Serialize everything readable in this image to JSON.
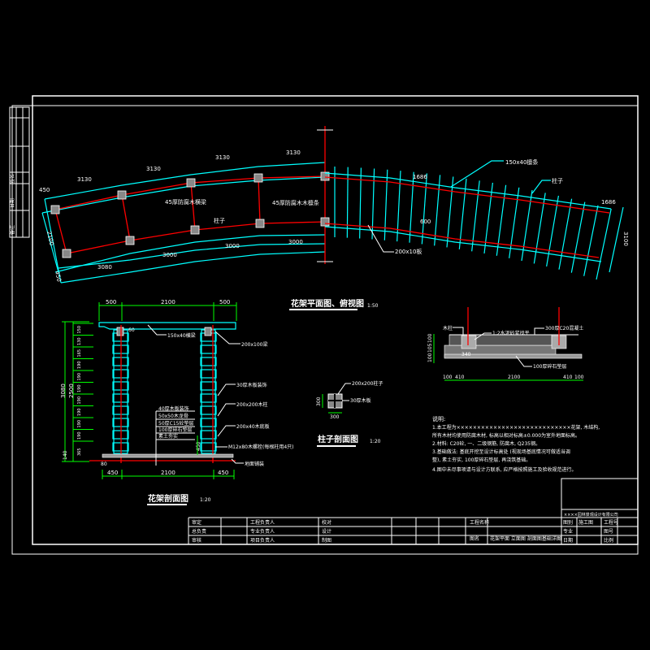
{
  "plan": {
    "title": "花架平面图、俯视图",
    "scale": "1:50",
    "dims_top": [
      "450",
      "3130",
      "3130",
      "3130",
      "3130"
    ],
    "dims_bottom": [
      "3080",
      "3000",
      "3000",
      "3000"
    ],
    "dim_width": "2100",
    "dim_side": "450",
    "dim_rafter_top": "1686",
    "dim_rafter_gap": "600",
    "dim_right_end": "1686",
    "dim_right_width": "3100",
    "labels": {
      "beam_left": "45厚防腐木横梁",
      "beam_right": "45厚防腐木木檩条",
      "post": "柱子",
      "rafter": "150x40檩条",
      "post_right": "柱子",
      "plate": "200x10板"
    }
  },
  "section": {
    "title": "花架剖面图",
    "scale": "1:20",
    "dims_top": [
      "500",
      "2100",
      "500"
    ],
    "dims_bottom": [
      "450",
      "2100",
      "450"
    ],
    "dim_total": "3080",
    "dim_post": "2500",
    "dim_base": "140",
    "dim_base2": "80",
    "dim_footing": "450",
    "dim_beam": "60",
    "dim_segments": [
      "150",
      "130",
      "165",
      "190",
      "190",
      "190",
      "190",
      "190",
      "190",
      "190",
      "365"
    ],
    "labels": {
      "beam": "150x40横梁",
      "cap": "200x100梁",
      "block": "30厚木板装饰",
      "post": "200x200木柱",
      "base_plate": "200x40木底板",
      "bolt": "M12x80木螺栓(每根柱用4只)",
      "ground": "地面铺装"
    },
    "layers": [
      "40厚木板装饰",
      "50x50木龙骨",
      "50厚C15砼垫层",
      "100厚碎石垫层",
      "素土夯实"
    ]
  },
  "column_section": {
    "title": "柱子剖面图",
    "scale": "1:20",
    "dim": "300",
    "dim_side": "300",
    "label_a": "200x200柱子",
    "label_b": "30厚木板"
  },
  "footing": {
    "labels": {
      "post": "木柱",
      "mortar": "1:2水泥砂浆找平",
      "concrete": "300厚C20混凝土",
      "gravel": "100厚碎石垫层"
    },
    "dims_bottom": [
      "100",
      "410",
      "2100",
      "410",
      "100"
    ],
    "dims_side": [
      "100",
      "105",
      "100"
    ],
    "dim_pad": "340"
  },
  "notes": {
    "heading": "说明:",
    "items": [
      "1.本工程为××××××××××××××××××××××××××××花架, 木结构,",
      "   所有木材均使用防腐木材, 标高以相对标高±0.000为室外地面标高。",
      "2.材料: C20砼, 一、二级钢筋, 防腐木, Q235钢。",
      "3.基础做法: 基底开挖至设计标高处 (视现场基底情况可做适当调",
      "   整), 素土夯实, 100厚碎石垫层, 再浇筑基础。",
      "4.图中未尽事项请与设计方联系, 应严格按照施工及验收规范进行。"
    ]
  },
  "title_block": {
    "company": "××××园林景观设计有限公司",
    "rows": [
      [
        "审定",
        "",
        "工程负责人",
        "",
        "校对",
        ""
      ],
      [
        "总负责",
        "",
        "专业负责人",
        "",
        "设计",
        ""
      ],
      [
        "审核",
        "",
        "项目负责人",
        "",
        "制图",
        ""
      ]
    ],
    "project_label": "工程名称",
    "drawing_label": "图名",
    "drawing_name": "花架平面 立面图 剖面图基础详图",
    "right": [
      [
        "图别",
        "施工图",
        "工程号",
        ""
      ],
      [
        "专业",
        "",
        "图号",
        ""
      ],
      [
        "日期",
        "",
        "比例",
        ""
      ]
    ],
    "left_strip": [
      "签名",
      "日期",
      "备注"
    ]
  }
}
